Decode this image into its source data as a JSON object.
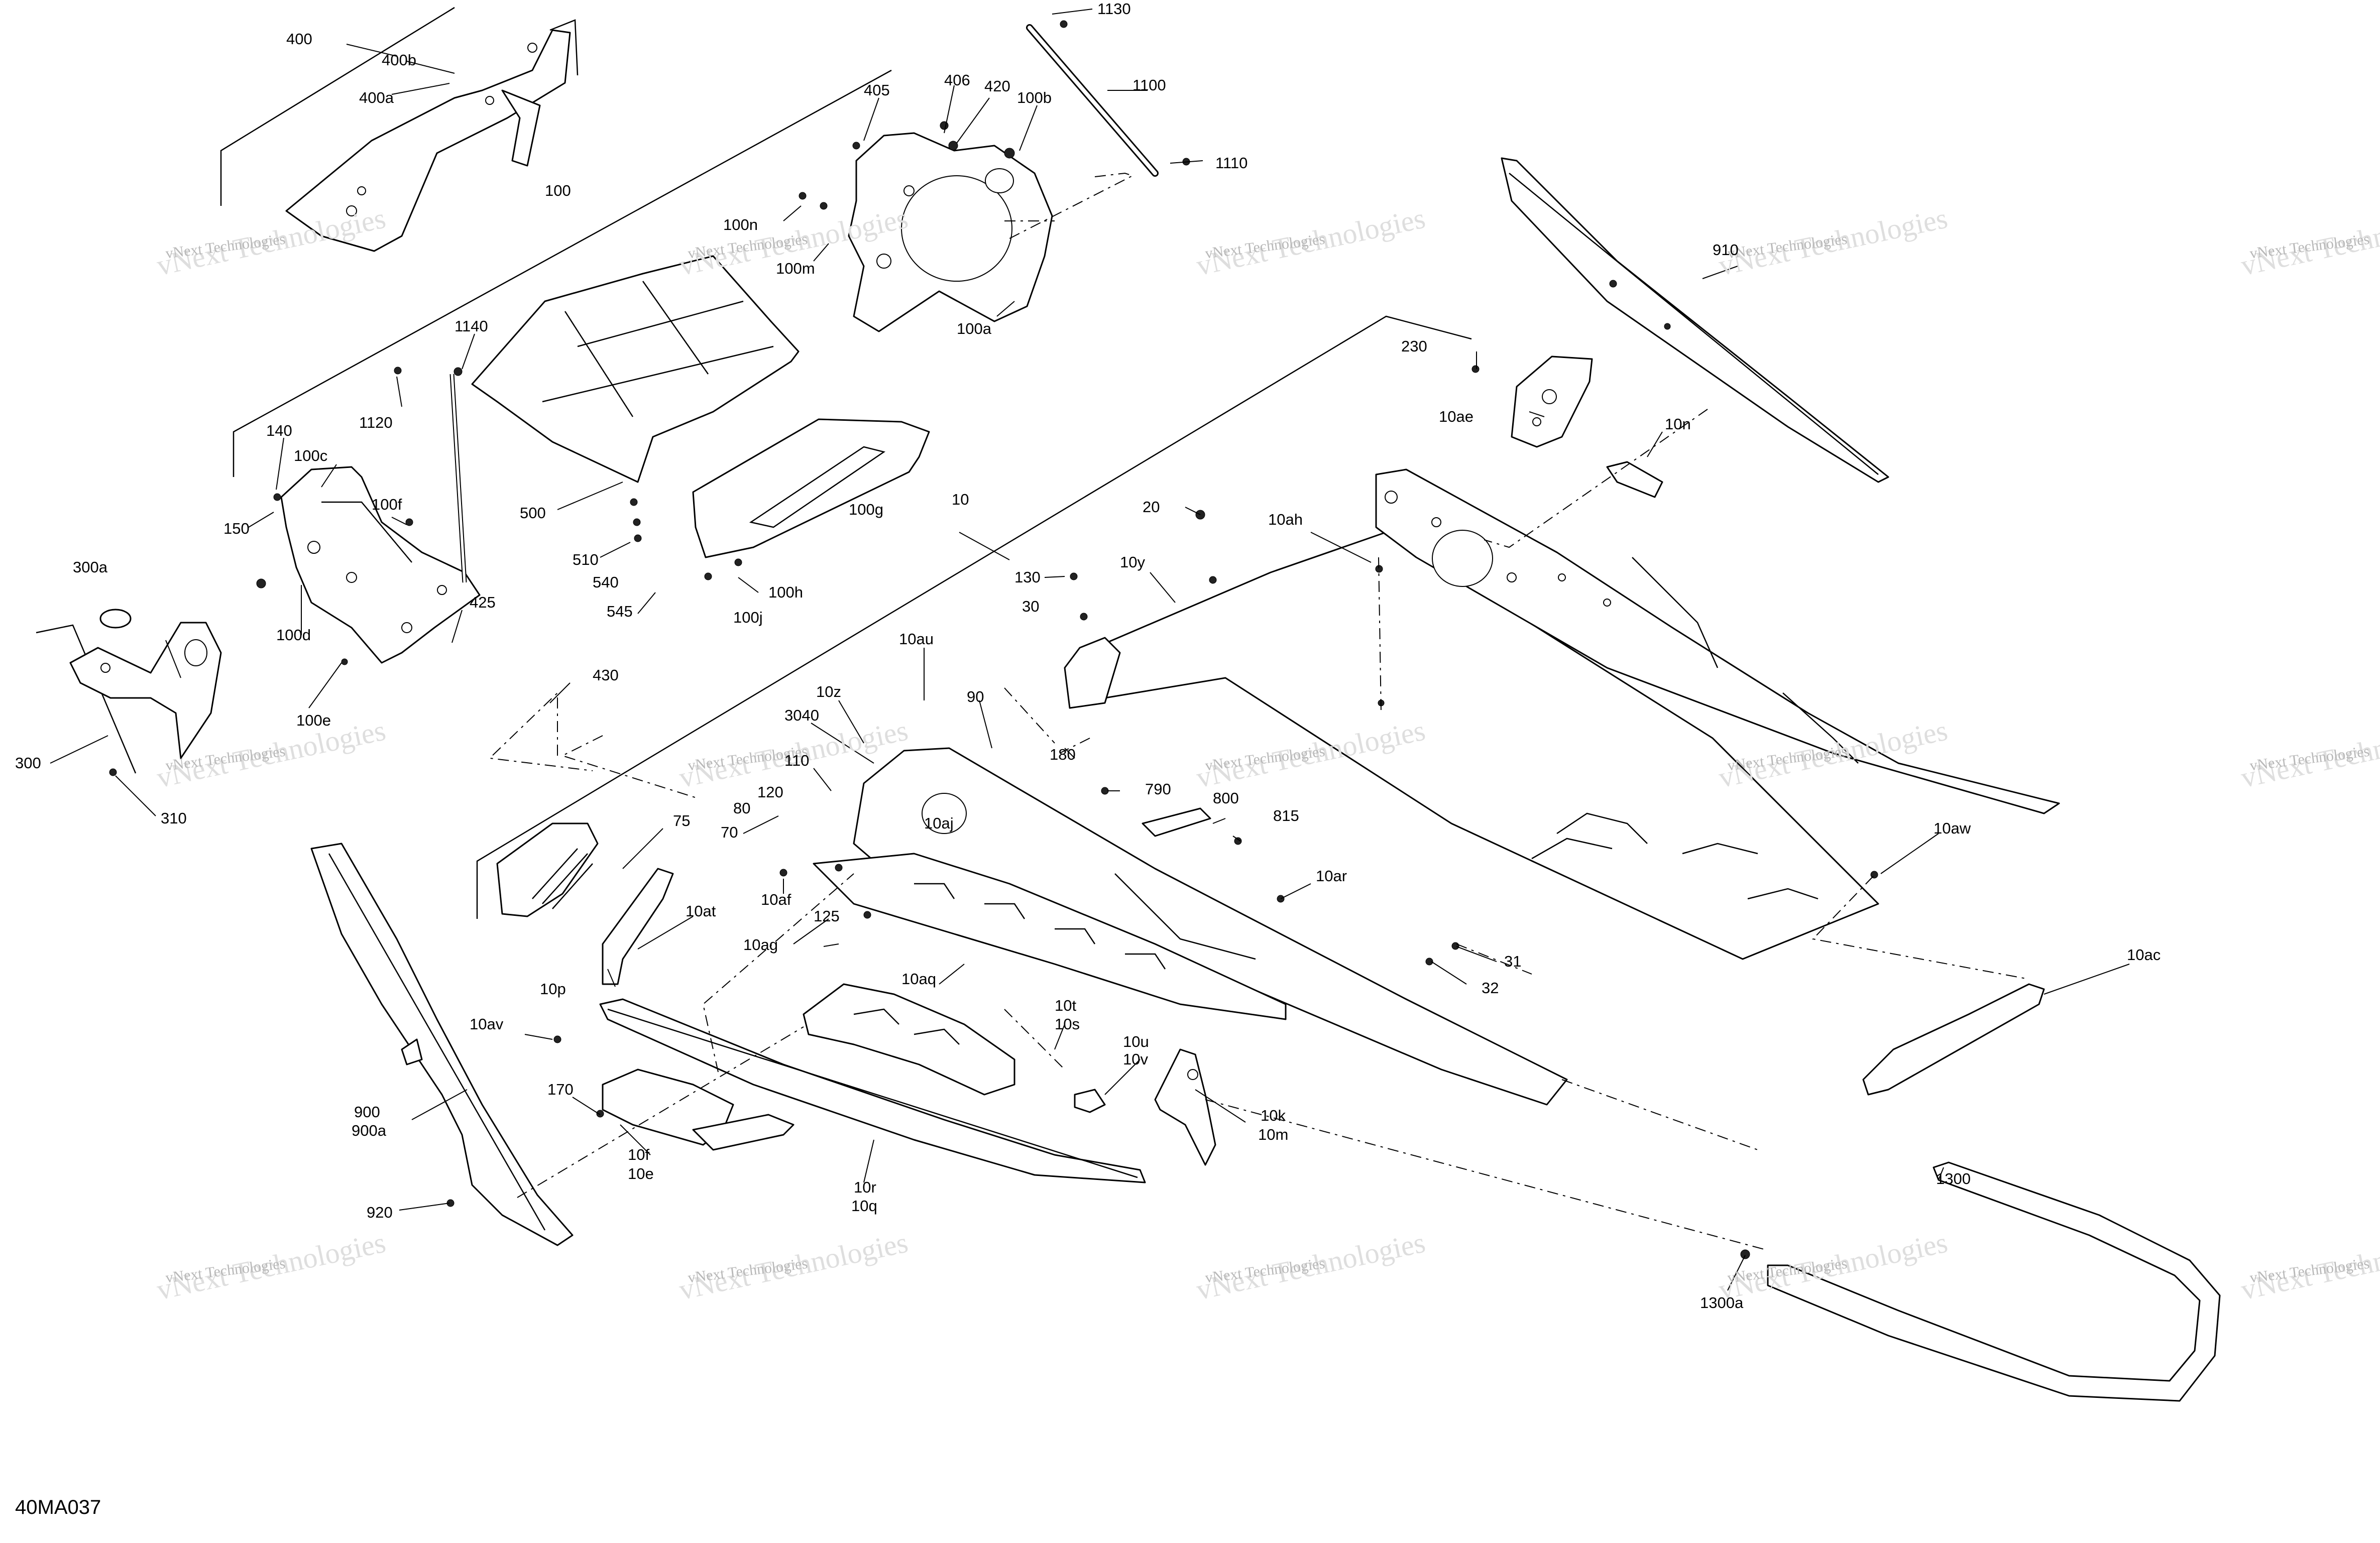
{
  "diagram_code": "40MA037",
  "watermark": {
    "line1": "vNext Technologies",
    "line2": "vNext Technologies"
  },
  "callouts": [
    {
      "id": "c400",
      "text": "400"
    },
    {
      "id": "c400b",
      "text": "400b"
    },
    {
      "id": "c400a",
      "text": "400a"
    },
    {
      "id": "c1130",
      "text": "1130"
    },
    {
      "id": "c1100",
      "text": "1100"
    },
    {
      "id": "c1110",
      "text": "1110"
    },
    {
      "id": "c405",
      "text": "405"
    },
    {
      "id": "c406",
      "text": "406"
    },
    {
      "id": "c420",
      "text": "420"
    },
    {
      "id": "c100b",
      "text": "100b"
    },
    {
      "id": "c100",
      "text": "100"
    },
    {
      "id": "c100n",
      "text": "100n"
    },
    {
      "id": "c100m",
      "text": "100m"
    },
    {
      "id": "c100a",
      "text": "100a"
    },
    {
      "id": "c910",
      "text": "910"
    },
    {
      "id": "c1140",
      "text": "1140"
    },
    {
      "id": "c1120",
      "text": "1120"
    },
    {
      "id": "c140",
      "text": "140"
    },
    {
      "id": "c100c",
      "text": "100c"
    },
    {
      "id": "c100f",
      "text": "100f"
    },
    {
      "id": "c150",
      "text": "150"
    },
    {
      "id": "c500",
      "text": "500"
    },
    {
      "id": "c510",
      "text": "510"
    },
    {
      "id": "c540",
      "text": "540"
    },
    {
      "id": "c545",
      "text": "545"
    },
    {
      "id": "c100g",
      "text": "100g"
    },
    {
      "id": "c100h",
      "text": "100h"
    },
    {
      "id": "c100j",
      "text": "100j"
    },
    {
      "id": "c230",
      "text": "230"
    },
    {
      "id": "c10ae",
      "text": "10ae"
    },
    {
      "id": "c10n",
      "text": "10n"
    },
    {
      "id": "c10",
      "text": "10"
    },
    {
      "id": "c20",
      "text": "20"
    },
    {
      "id": "c10ah",
      "text": "10ah"
    },
    {
      "id": "c130",
      "text": "130"
    },
    {
      "id": "c10y",
      "text": "10y"
    },
    {
      "id": "c30",
      "text": "30"
    },
    {
      "id": "c300a",
      "text": "300a"
    },
    {
      "id": "c100d",
      "text": "100d"
    },
    {
      "id": "c425",
      "text": "425"
    },
    {
      "id": "c100e",
      "text": "100e"
    },
    {
      "id": "c430",
      "text": "430"
    },
    {
      "id": "c300",
      "text": "300"
    },
    {
      "id": "c310",
      "text": "310"
    },
    {
      "id": "c10au",
      "text": "10au"
    },
    {
      "id": "c10z",
      "text": "10z"
    },
    {
      "id": "c90",
      "text": "90"
    },
    {
      "id": "c3040",
      "text": "3040"
    },
    {
      "id": "c110",
      "text": "110"
    },
    {
      "id": "c180",
      "text": "180"
    },
    {
      "id": "c10aj",
      "text": "10aj"
    },
    {
      "id": "c120",
      "text": "120"
    },
    {
      "id": "c80",
      "text": "80"
    },
    {
      "id": "c790",
      "text": "790"
    },
    {
      "id": "c800",
      "text": "800"
    },
    {
      "id": "c815",
      "text": "815"
    },
    {
      "id": "c75",
      "text": "75"
    },
    {
      "id": "c70",
      "text": "70"
    },
    {
      "id": "c10af",
      "text": "10af"
    },
    {
      "id": "c125",
      "text": "125"
    },
    {
      "id": "c10at",
      "text": "10at"
    },
    {
      "id": "c10ag",
      "text": "10ag"
    },
    {
      "id": "c10ar",
      "text": "10ar"
    },
    {
      "id": "c10aw",
      "text": "10aw"
    },
    {
      "id": "c10p",
      "text": "10p"
    },
    {
      "id": "c10aq",
      "text": "10aq"
    },
    {
      "id": "c31",
      "text": "31"
    },
    {
      "id": "c32",
      "text": "32"
    },
    {
      "id": "c10ac",
      "text": "10ac"
    },
    {
      "id": "c10av",
      "text": "10av"
    },
    {
      "id": "c10t",
      "text": "10t"
    },
    {
      "id": "c10s",
      "text": "10s"
    },
    {
      "id": "c10u",
      "text": "10u"
    },
    {
      "id": "c10v",
      "text": "10v"
    },
    {
      "id": "c170",
      "text": "170"
    },
    {
      "id": "c900",
      "text": "900"
    },
    {
      "id": "c900a",
      "text": "900a"
    },
    {
      "id": "c10k",
      "text": "10k"
    },
    {
      "id": "c10m",
      "text": "10m"
    },
    {
      "id": "c10f",
      "text": "10f"
    },
    {
      "id": "c10e",
      "text": "10e"
    },
    {
      "id": "c10r",
      "text": "10r"
    },
    {
      "id": "c10q",
      "text": "10q"
    },
    {
      "id": "c1300",
      "text": "1300"
    },
    {
      "id": "c920",
      "text": "920"
    },
    {
      "id": "c1300a",
      "text": "1300a"
    }
  ]
}
